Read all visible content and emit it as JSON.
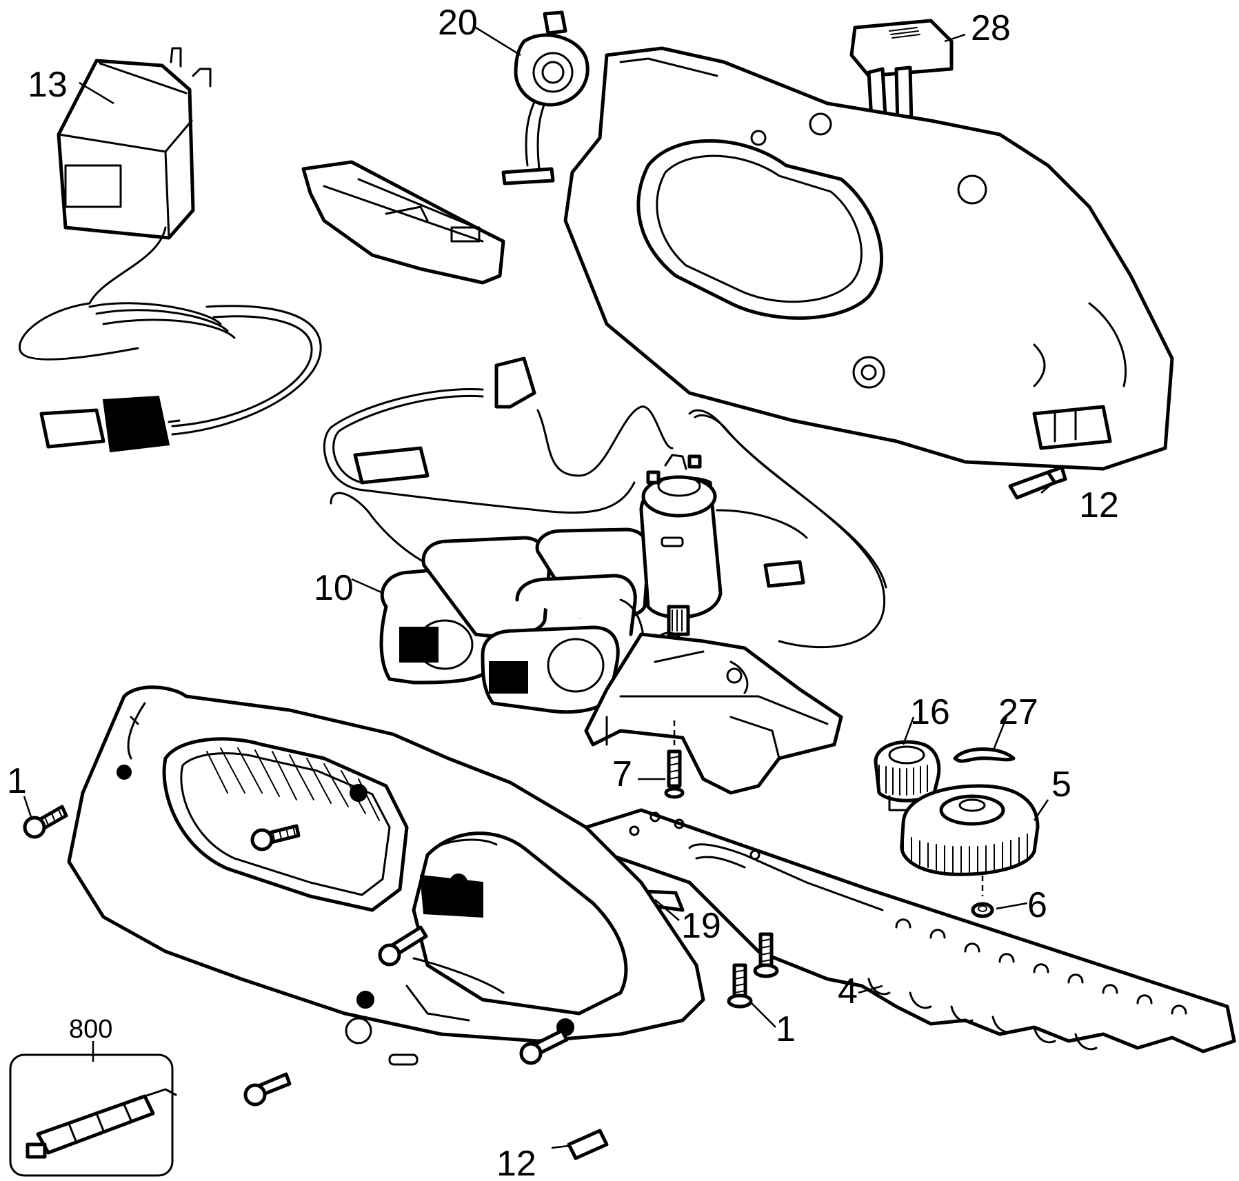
{
  "callouts": {
    "c13": "13",
    "c20": "20",
    "c28": "28",
    "c12_top": "12",
    "c10": "10",
    "c16": "16",
    "c27": "27",
    "c5": "5",
    "c7": "7",
    "c6": "6",
    "c1_left": "1",
    "c19": "19",
    "c4": "4",
    "c1_right": "1",
    "c800": "800",
    "c12_bottom": "12"
  }
}
